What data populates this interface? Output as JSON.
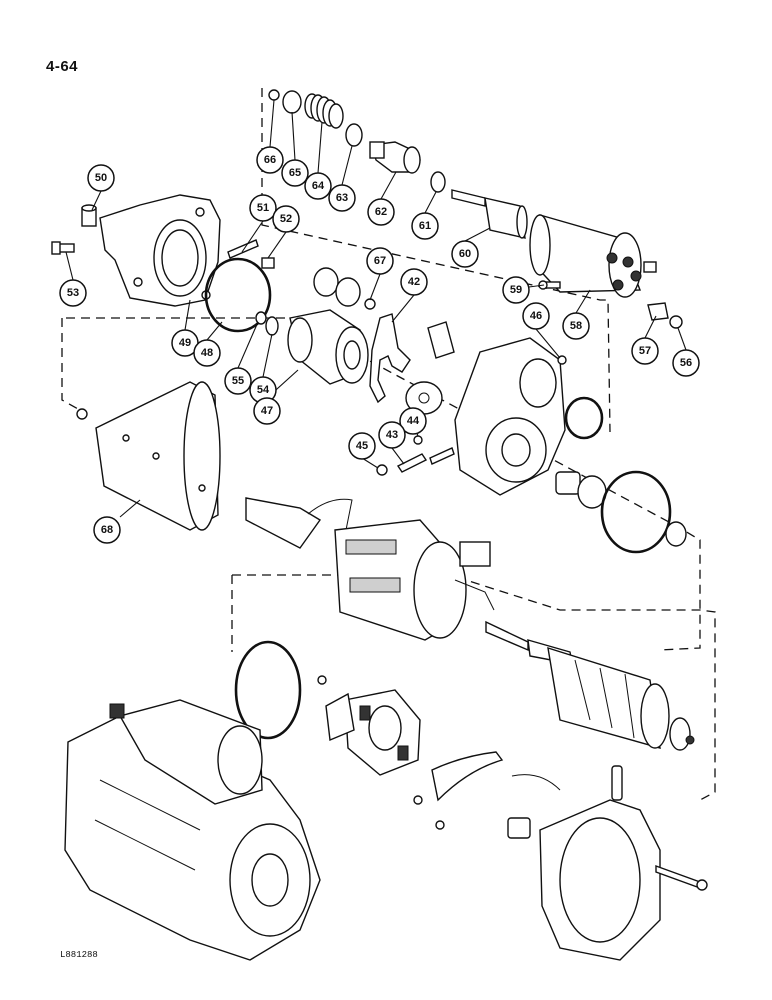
{
  "page_number": "4-64",
  "figure_code": "L881288",
  "callouts": [
    "50",
    "53",
    "51",
    "52",
    "49",
    "48",
    "55",
    "54",
    "47",
    "67",
    "42",
    "46",
    "66",
    "65",
    "64",
    "63",
    "62",
    "61",
    "60",
    "59",
    "58",
    "57",
    "56",
    "44",
    "43",
    "45",
    "68"
  ]
}
